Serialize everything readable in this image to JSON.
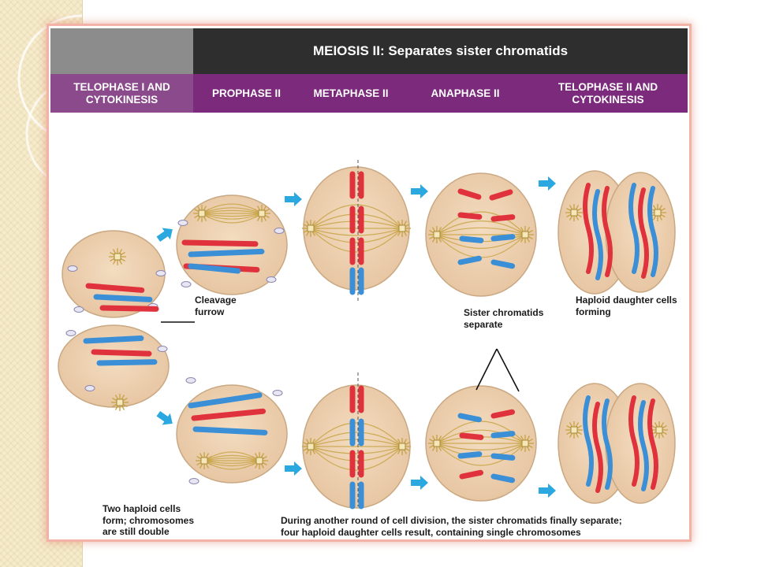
{
  "header": {
    "title": "MEIOSIS II: Separates sister chromatids"
  },
  "stages": [
    {
      "label": "TELOPHASE I AND\nCYTOKINESIS"
    },
    {
      "label": "PROPHASE II"
    },
    {
      "label": "METAPHASE II"
    },
    {
      "label": "ANAPHASE II"
    },
    {
      "label": "TELOPHASE II AND\nCYTOKINESIS"
    }
  ],
  "labels": {
    "cleavage_furrow": "Cleavage\nfurrow",
    "sister_chromatids": "Sister chromatids\nseparate",
    "haploid_forming": "Haploid daughter cells\nforming",
    "two_haploid": "Two haploid cells\nform; chromosomes\nare still double",
    "caption": "During another round of cell division, the sister chromatids finally separate;\nfour haploid daughter cells result, containing single chromosomes"
  },
  "colors": {
    "header_dark": "#2e2e2e",
    "stage_purple": "#7c2a7c",
    "cell_fill": "#ebcdaa",
    "chromosome_red": "#e0323c",
    "chromosome_blue": "#3a8fd6",
    "arrow": "#2ba8e0",
    "spindle": "#c9a64a"
  }
}
